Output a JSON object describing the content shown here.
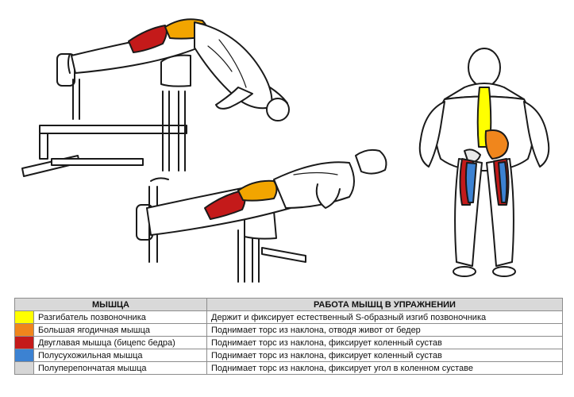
{
  "table": {
    "header": {
      "muscle": "МЫШЦА",
      "work": "РАБОТА МЫШЦ В УПРАЖНЕНИИ"
    },
    "rows": [
      {
        "color": "#ffff00",
        "muscle": "Разгибатель позвоночника",
        "work": "Держит и фиксирует естественный S-образный изгиб позвоночника"
      },
      {
        "color": "#f0861c",
        "muscle": "Большая ягодичная мышца",
        "work": "Поднимает торс из наклона, отводя живот от бедер"
      },
      {
        "color": "#c41a1a",
        "muscle": "Двуглавая мышца (бицепс бедра)",
        "work": "Поднимает торс из наклона, фиксирует коленный сустав"
      },
      {
        "color": "#3c82d2",
        "muscle": "Полусухожильная мышца",
        "work": "Поднимает торс из наклона, фиксирует коленный сустав"
      },
      {
        "color": "#d6d6d6",
        "muscle": "Полуперепончатая мышца",
        "work": "Поднимает торс из наклона, фиксирует угол в коленном суставе"
      }
    ]
  }
}
